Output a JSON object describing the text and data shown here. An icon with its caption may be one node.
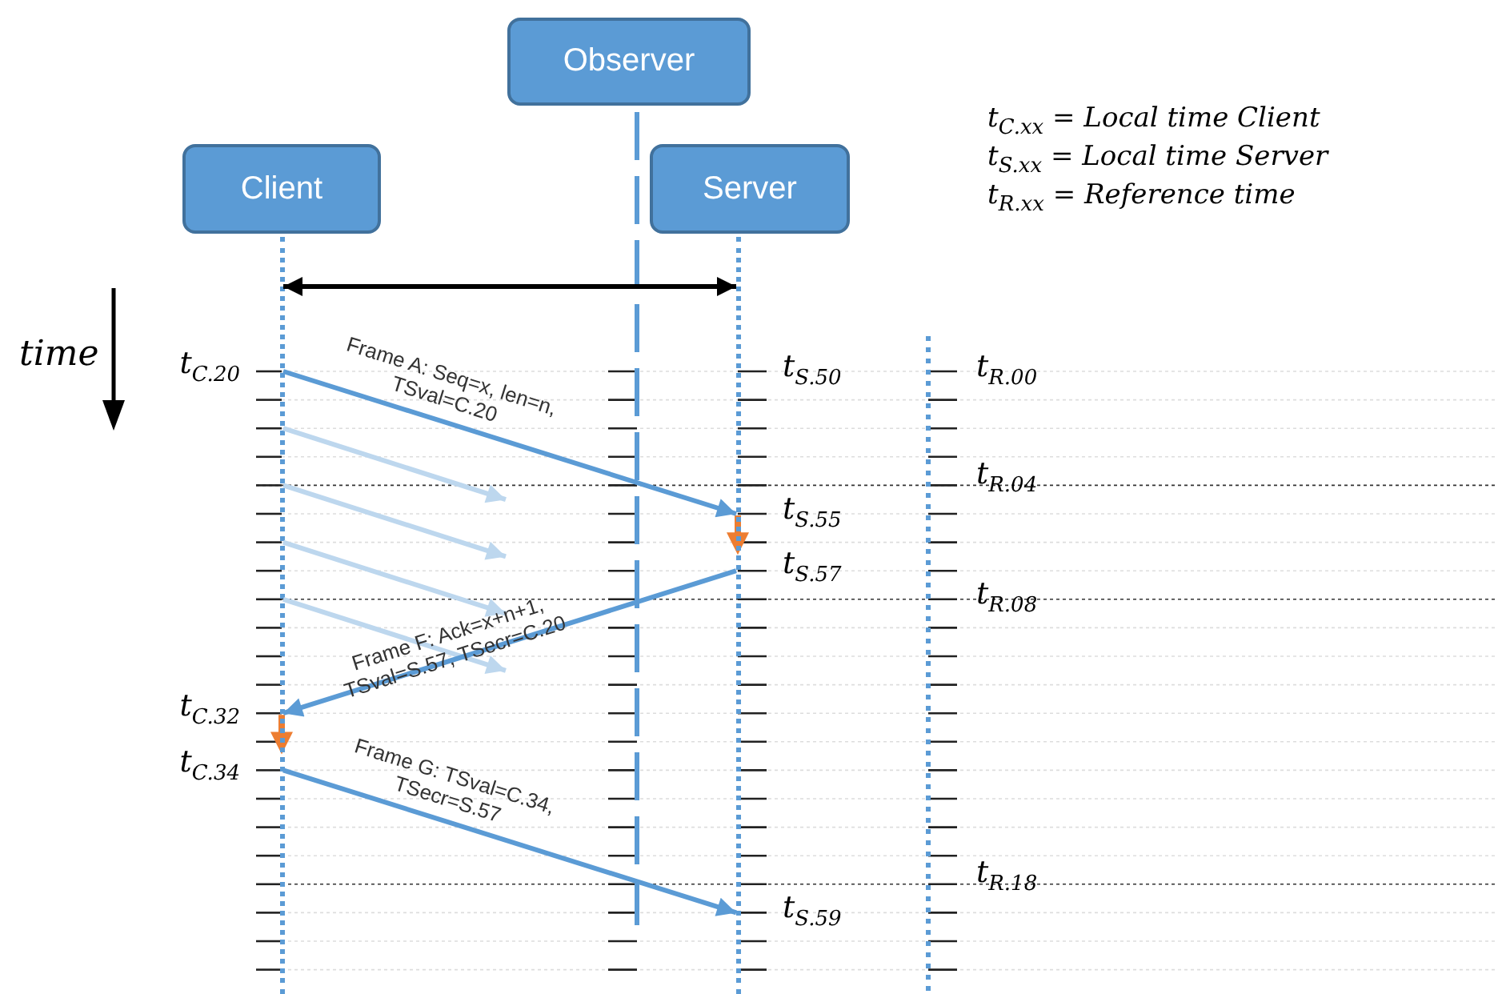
{
  "diagram": {
    "nodes": [
      {
        "text": [
          "Client"
        ]
      },
      {
        "text": [
          "Observer"
        ]
      },
      {
        "text": [
          "Server"
        ]
      },
      {
        "text": [],
        "shape": "line"
      },
      {
        "text": [],
        "shape": "line"
      }
    ],
    "edges": [
      {
        "from": 3,
        "to": 4,
        "arrow": "both",
        "color": "#000000"
      },
      {
        "from": 3,
        "to": 4,
        "arrow": "to",
        "label": "Frame A: Seq=x, len=n, TSval=C.20",
        "color": "#5b9bd5"
      },
      {
        "from": 3,
        "to": null,
        "arrow": "to",
        "color": "#bdd7ee"
      },
      {
        "from": 3,
        "to": null,
        "arrow": "to",
        "color": "#bdd7ee"
      },
      {
        "from": 3,
        "to": null,
        "arrow": "to",
        "color": "#bdd7ee"
      },
      {
        "from": 3,
        "to": null,
        "arrow": "to",
        "color": "#bdd7ee"
      },
      {
        "from": 4,
        "to": 3,
        "arrow": "to",
        "label": "Frame F: Ack=x+n+1, TSval=S.57, TSecr=C.20",
        "color": "#5b9bd5"
      },
      {
        "from": 3,
        "to": 4,
        "arrow": "to",
        "label": "Frame G: TSval=C.34, TSecr=S.57",
        "color": "#5b9bd5"
      }
    ],
    "labels": [
      "time",
      "t$_{C.xx}$ = Local time Client",
      "t$_{S.xx}$ = Local time Server",
      "t$_{R.xx}$ = Reference time",
      "t$_{C.20}$",
      "t$_{S.50}$",
      "t$_{R.00}$",
      "t$_{R.04}$",
      "t$_{S.55}$",
      "t$_{S.57}$",
      "t$_{R.08}$",
      "t$_{C.32}$",
      "t$_{C.34}$",
      "t$_{R.18}$",
      "t$_{S.59}$"
    ]
  }
}
